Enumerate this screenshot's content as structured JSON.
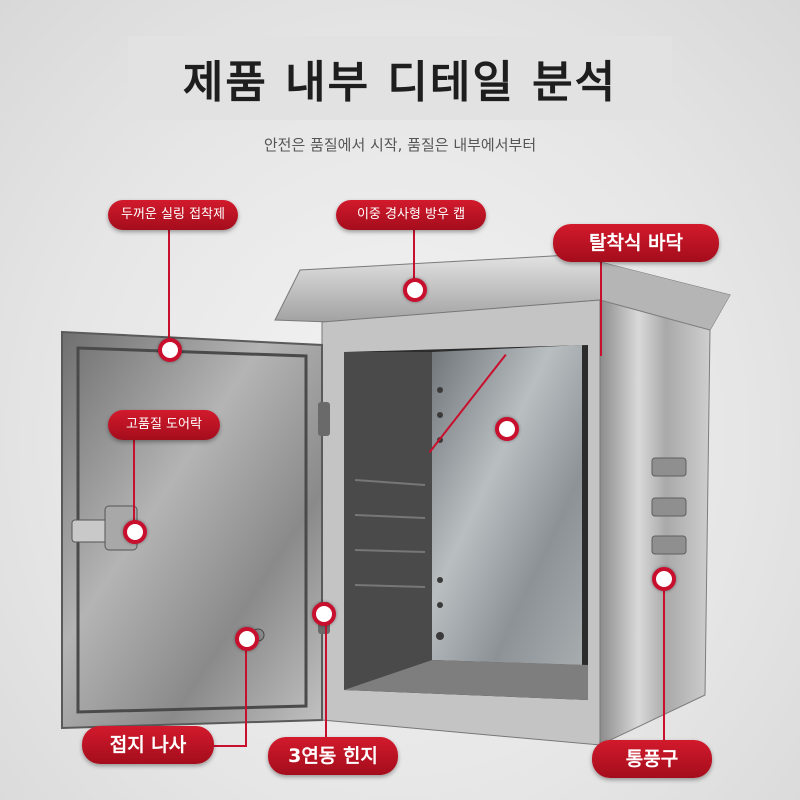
{
  "header": {
    "title": "제품 내부 디테일 분석",
    "subtitle": "안전은 품질에서 시작, 품질은 내부에서부터"
  },
  "callouts": {
    "seal_strip": "두꺼운 실링 접착제",
    "rain_cap": "이중 경사형 방우 캡",
    "removable_base": "탈착식 바닥",
    "door_lock": "고품질 도어락",
    "ground_screw": "접지 나사",
    "hinge": "3연동 힌지",
    "vent": "통풍구"
  },
  "colors": {
    "accent": "#c8102e",
    "background": "#e8e8e8",
    "title": "#1e1e1e"
  }
}
